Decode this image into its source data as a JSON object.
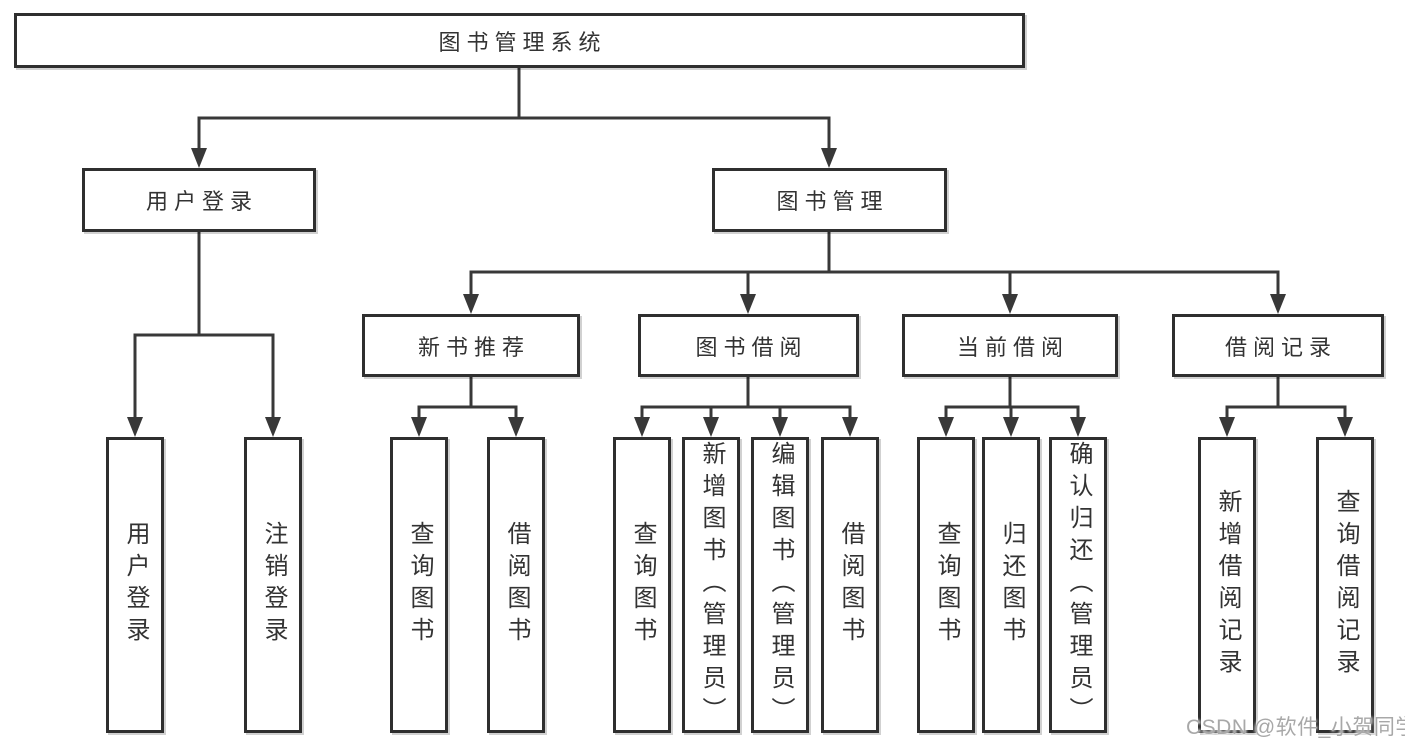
{
  "diagram": {
    "root": {
      "label": "图书管理系统"
    },
    "children": [
      {
        "label": "用户登录",
        "children": [
          {
            "label": "用户登录"
          },
          {
            "label": "注销登录"
          }
        ]
      },
      {
        "label": "图书管理",
        "children": [
          {
            "label": "新书推荐",
            "children": [
              {
                "label": "查询图书"
              },
              {
                "label": "借阅图书"
              }
            ]
          },
          {
            "label": "图书借阅",
            "children": [
              {
                "label": "查询图书"
              },
              {
                "label": "新增图书（管理员）"
              },
              {
                "label": "编辑图书（管理员）"
              },
              {
                "label": "借阅图书"
              }
            ]
          },
          {
            "label": "当前借阅",
            "children": [
              {
                "label": "查询图书"
              },
              {
                "label": "归还图书"
              },
              {
                "label": "确认归还（管理员）"
              }
            ]
          },
          {
            "label": "借阅记录",
            "children": [
              {
                "label": "新增借阅记录"
              },
              {
                "label": "查询借阅记录"
              }
            ]
          }
        ]
      }
    ]
  },
  "watermark": {
    "text": "CSDN @软件_小贺同学"
  },
  "colors": {
    "ink": "#383838",
    "border": "#2f2f2f",
    "text": "#333333",
    "bg": "#ffffff",
    "watermark": "#a8a8a8"
  }
}
